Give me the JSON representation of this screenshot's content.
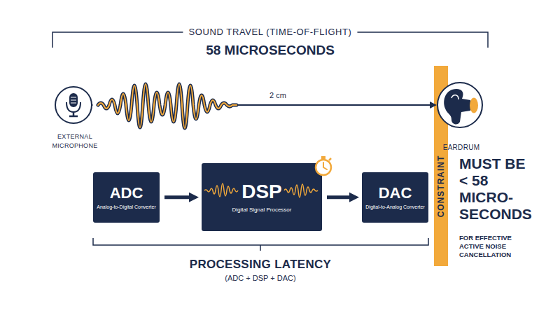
{
  "diagram": {
    "nodes": [
      {
        "text": [
          "EXTERNAL MICROPHONE"
        ]
      },
      {
        "text": [
          "EARDRUM"
        ]
      },
      {
        "text": [
          "CONSTRAINT"
        ]
      },
      {
        "text": [
          "ADC",
          "Analog-to-Digital Converter"
        ]
      },
      {
        "text": [
          "DSP",
          "Digital Signal Processor"
        ]
      },
      {
        "text": [
          "DAC",
          "Digital-to-Analog Converter"
        ]
      }
    ],
    "edges": [
      {
        "from": 0,
        "to": 1,
        "label": "2 cm",
        "arrow": "to"
      },
      {
        "from": 3,
        "to": 4,
        "arrow": "to"
      },
      {
        "from": 4,
        "to": 5,
        "arrow": "to"
      }
    ],
    "labels": [
      "SOUND TRAVEL (TIME-OF-FLIGHT)",
      "58 MICROSECONDS",
      "MUST BE < 58 MICRO- SECONDS",
      "FOR EFFECTIVE ACTIVE NOISE CANCELLATION",
      "PROCESSING LATENCY",
      "(ADC + DSP + DAC)"
    ]
  }
}
